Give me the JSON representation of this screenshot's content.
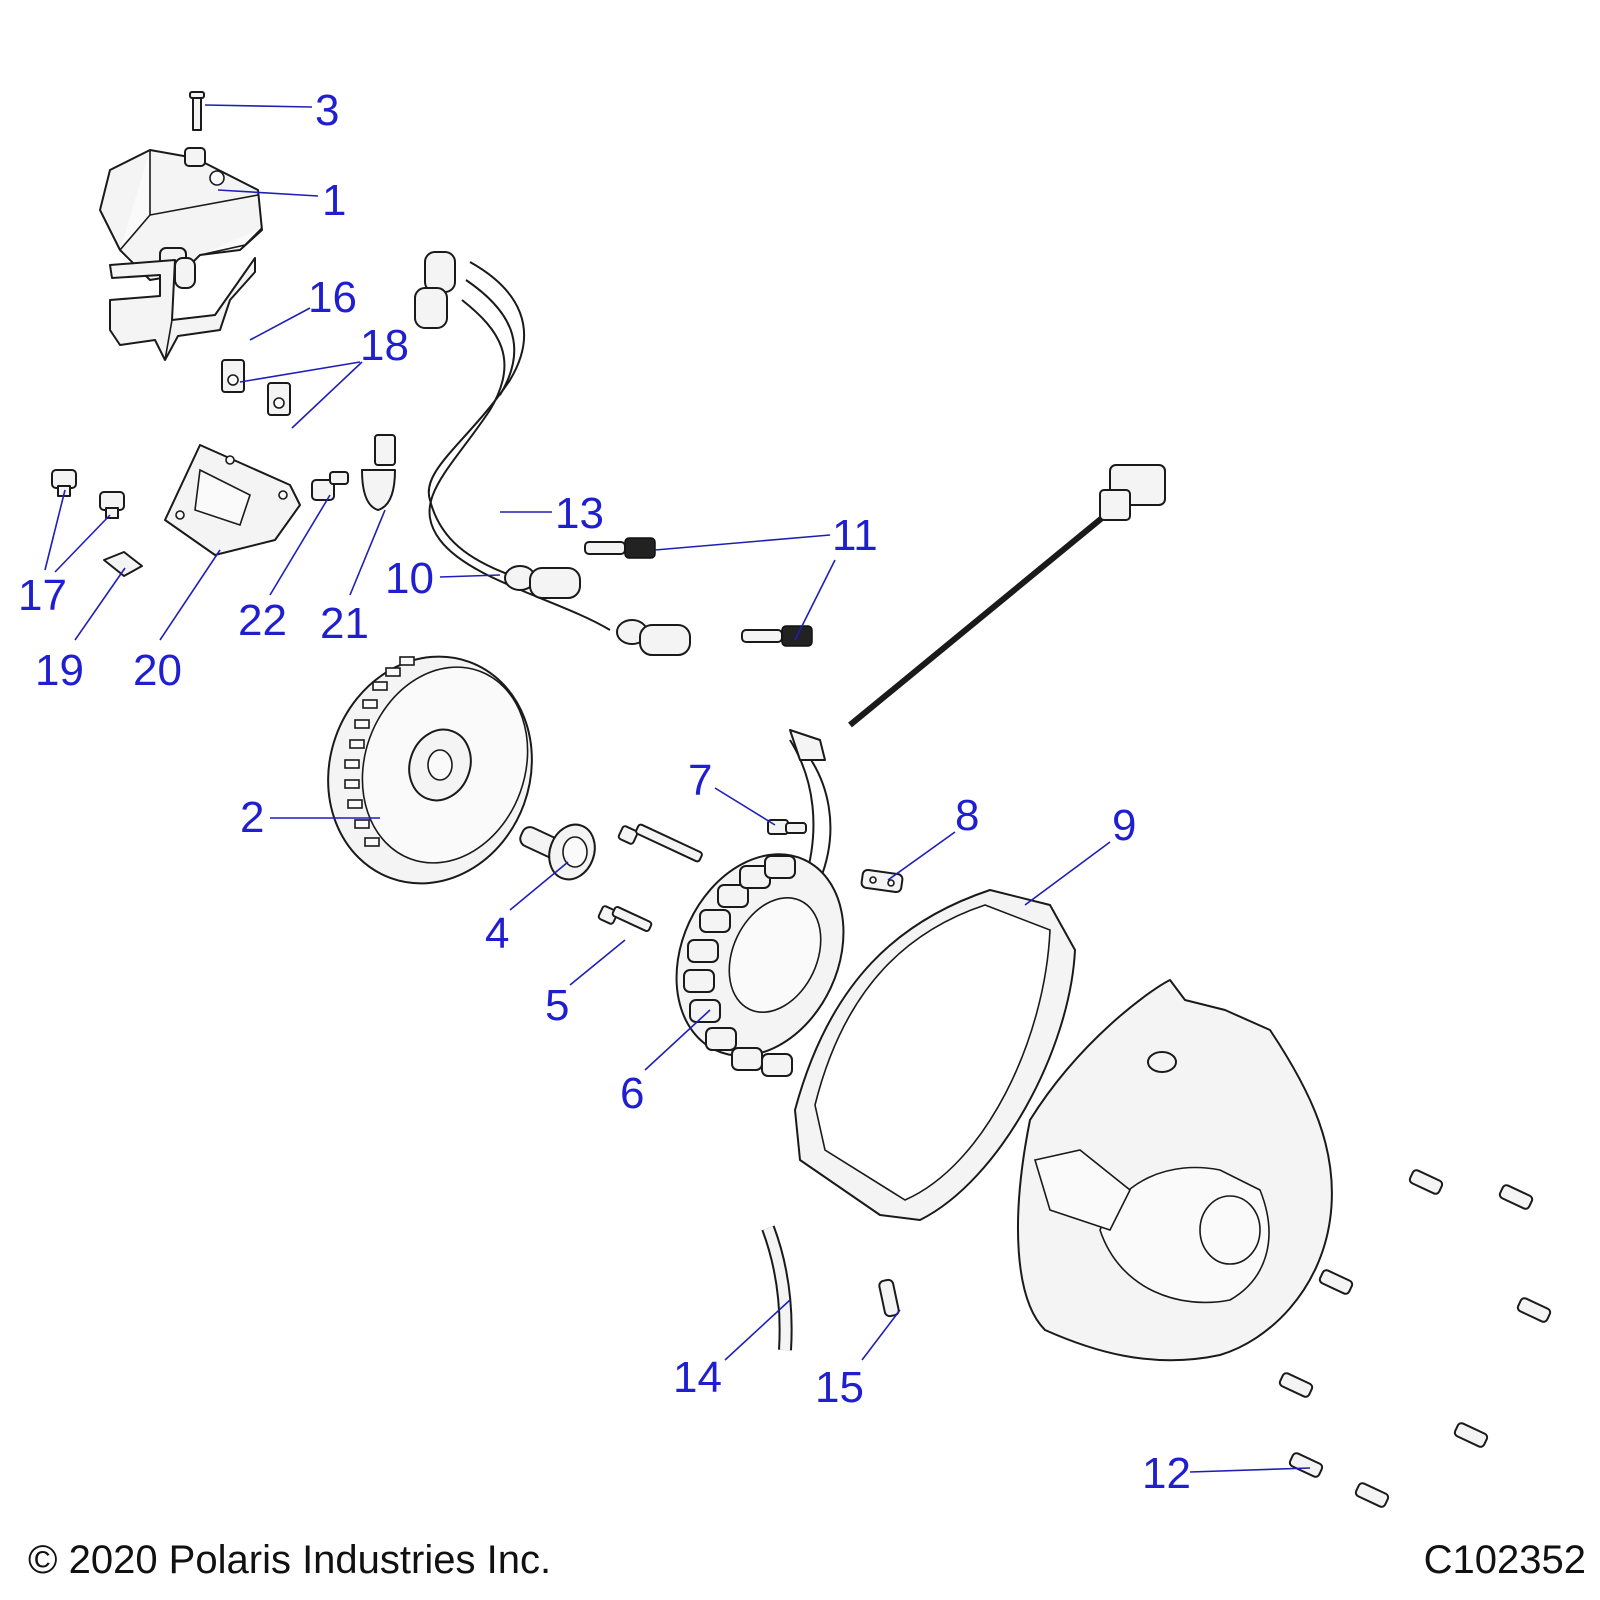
{
  "callouts": [
    {
      "id": "c1",
      "label": "1"
    },
    {
      "id": "c2",
      "label": "2"
    },
    {
      "id": "c3",
      "label": "3"
    },
    {
      "id": "c4",
      "label": "4"
    },
    {
      "id": "c5",
      "label": "5"
    },
    {
      "id": "c6",
      "label": "6"
    },
    {
      "id": "c7",
      "label": "7"
    },
    {
      "id": "c8",
      "label": "8"
    },
    {
      "id": "c9",
      "label": "9"
    },
    {
      "id": "c10",
      "label": "10"
    },
    {
      "id": "c11",
      "label": "11"
    },
    {
      "id": "c12",
      "label": "12"
    },
    {
      "id": "c13",
      "label": "13"
    },
    {
      "id": "c14",
      "label": "14"
    },
    {
      "id": "c15",
      "label": "15"
    },
    {
      "id": "c16",
      "label": "16"
    },
    {
      "id": "c17",
      "label": "17"
    },
    {
      "id": "c18",
      "label": "18"
    },
    {
      "id": "c19",
      "label": "19"
    },
    {
      "id": "c20",
      "label": "20"
    },
    {
      "id": "c21",
      "label": "21"
    },
    {
      "id": "c22",
      "label": "22"
    }
  ],
  "footer": {
    "copyright": "© 2020 Polaris Industries Inc.",
    "drawing_id": "C102352"
  },
  "colors": {
    "callout": "#1f1fd0",
    "leader": "#1f1fb8",
    "outline": "#1a1a1a",
    "fill": "#f4f4f4"
  }
}
